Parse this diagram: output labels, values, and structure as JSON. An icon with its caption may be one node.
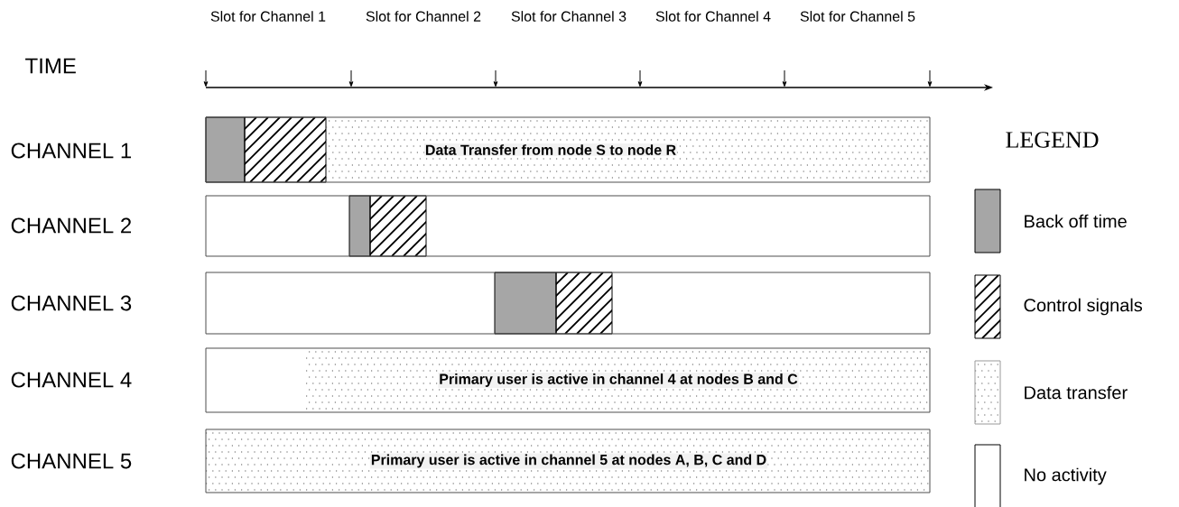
{
  "diagram": {
    "nodes": [
      {
        "text": [
          "Data Transfer from node S to node R"
        ]
      },
      {
        "text": [],
        "shape": "bar"
      },
      {
        "text": [],
        "shape": "bar"
      },
      {
        "text": [
          "Primary user is active in channel 4 at nodes B and C"
        ]
      },
      {
        "text": [
          "Primary user is active in channel 5 at nodes A, B, C and D"
        ]
      }
    ],
    "edges": [],
    "labels": [
      "TIME",
      "Slot for Channel 1",
      "Slot for Channel 2",
      "Slot for Channel 3",
      "Slot for Channel 4",
      "Slot for Channel 5",
      "CHANNEL 1",
      "CHANNEL 2",
      "CHANNEL 3",
      "CHANNEL 4",
      "CHANNEL 5",
      "LEGEND"
    ],
    "legend": [
      {
        "text": "Back off time",
        "color": "#a6a6a6"
      },
      {
        "text": "Control signals"
      },
      {
        "text": "Data transfer"
      },
      {
        "text": "No activity"
      }
    ]
  }
}
